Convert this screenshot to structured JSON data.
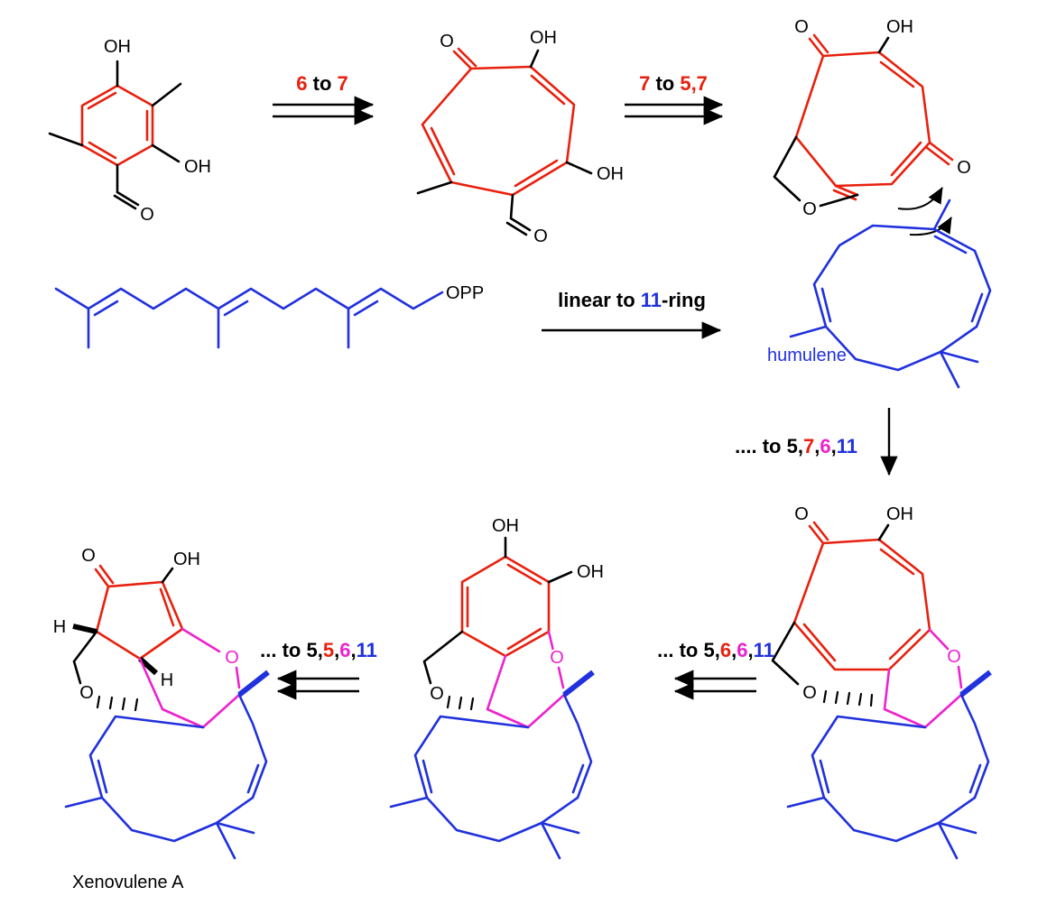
{
  "title": "Biosynthetic scheme of Xenovulene A",
  "colors": {
    "red": "#e8200d",
    "blue": "#2031dd",
    "magenta": "#ee22cc",
    "black": "#000000",
    "background": "#ffffff"
  },
  "atoms": {
    "m1": {
      "oh_top": "OH",
      "oh_right": "OH",
      "o_aldehyde": "O"
    },
    "m2": {
      "o_ketone": "O",
      "oh_top": "OH",
      "oh_right": "OH",
      "o_aldehyde": "O"
    },
    "m3": {
      "o_ketone": "O",
      "oh_top": "OH",
      "o_ketone_right": "O",
      "o_furan": "O"
    },
    "s4": {
      "o_ketone": "O",
      "oh_top": "OH",
      "o_furan": "O",
      "o_pyran": "O"
    },
    "s5": {
      "oh_top": "OH",
      "oh_right": "OH",
      "o_furan": "O",
      "o_pyran": "O"
    },
    "s6": {
      "o_ketone": "O",
      "oh_top": "OH",
      "h_left": "H",
      "h_inner": "H",
      "o_furan": "O",
      "o_pyran": "O"
    }
  },
  "labels": {
    "opp": "OPP",
    "humulene": "humulene",
    "xenovulene": "Xenovulene A"
  },
  "arrows": {
    "a1": {
      "segments": [
        {
          "text": "6",
          "color": "#e8200d"
        },
        {
          "text": " to ",
          "color": "#000000"
        },
        {
          "text": "7",
          "color": "#e8200d"
        }
      ]
    },
    "a2": {
      "segments": [
        {
          "text": "7",
          "color": "#e8200d"
        },
        {
          "text": " to ",
          "color": "#000000"
        },
        {
          "text": "5,7",
          "color": "#e8200d"
        }
      ]
    },
    "a3": {
      "segments": [
        {
          "text": "linear to ",
          "color": "#000000"
        },
        {
          "text": "11",
          "color": "#2031dd"
        },
        {
          "text": "-ring",
          "color": "#000000"
        }
      ]
    },
    "a4": {
      "segments": [
        {
          "text": ".... to ",
          "color": "#000000"
        },
        {
          "text": "5,",
          "color": "#000000"
        },
        {
          "text": "7",
          "color": "#e8200d"
        },
        {
          "text": ",",
          "color": "#000000"
        },
        {
          "text": "6",
          "color": "#ee22cc"
        },
        {
          "text": ",",
          "color": "#000000"
        },
        {
          "text": "11",
          "color": "#2031dd"
        }
      ]
    },
    "a5": {
      "segments": [
        {
          "text": "... to ",
          "color": "#000000"
        },
        {
          "text": "5,",
          "color": "#000000"
        },
        {
          "text": "6",
          "color": "#e8200d"
        },
        {
          "text": ",",
          "color": "#000000"
        },
        {
          "text": "6",
          "color": "#ee22cc"
        },
        {
          "text": ",",
          "color": "#000000"
        },
        {
          "text": "11",
          "color": "#2031dd"
        }
      ]
    },
    "a6": {
      "segments": [
        {
          "text": "... to ",
          "color": "#000000"
        },
        {
          "text": "5,",
          "color": "#000000"
        },
        {
          "text": "5",
          "color": "#e8200d"
        },
        {
          "text": ",",
          "color": "#000000"
        },
        {
          "text": "6",
          "color": "#ee22cc"
        },
        {
          "text": ",",
          "color": "#000000"
        },
        {
          "text": "11",
          "color": "#2031dd"
        }
      ]
    }
  }
}
